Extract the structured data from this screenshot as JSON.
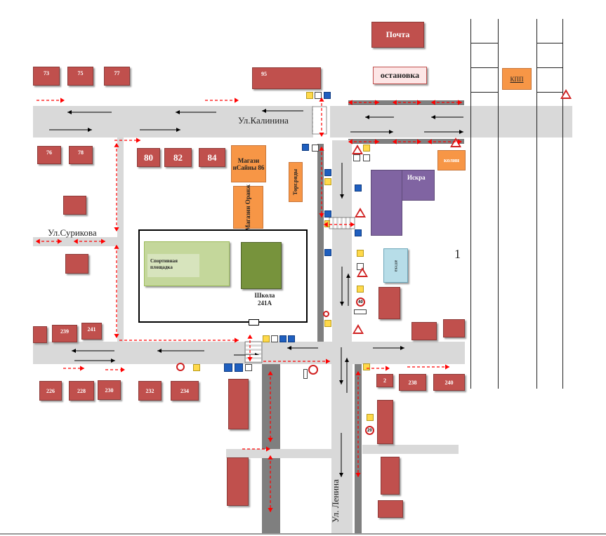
{
  "streets": {
    "kalinina": "Ул.Калинина",
    "surikova": "Ул.Сурикова",
    "lenina": "Ул. Ленина"
  },
  "houses": [
    "73",
    "75",
    "77",
    "95",
    "76",
    "78",
    "80",
    "82",
    "84",
    "239",
    "241",
    "226",
    "228",
    "230",
    "232",
    "234",
    "2",
    "238",
    "240"
  ],
  "buildings": {
    "post": "Почта",
    "bus_stop": "остановка",
    "checkpoint": "КПП",
    "shop_sainy": "Магази нСайны 86",
    "shop_orange": "Магазин Оранж",
    "trade_rows": "Торг.ряды",
    "iskra": "Искра",
    "sports_ground": "Спортивная площадка",
    "school": "Школа 241А",
    "kolin": "колин",
    "pharmacy": "аптека",
    "area_number": "1"
  },
  "signs": {
    "speed_40": "40",
    "speed_20": "20"
  },
  "colors": {
    "house": "#c0504d",
    "shop": "#f79646",
    "iskra": "#8064a2",
    "road": "#d9d9d9",
    "sidewalk": "#7f7f7f",
    "sports": "#c4d79b",
    "school_field": "#77933c",
    "route": "#ff0000"
  }
}
